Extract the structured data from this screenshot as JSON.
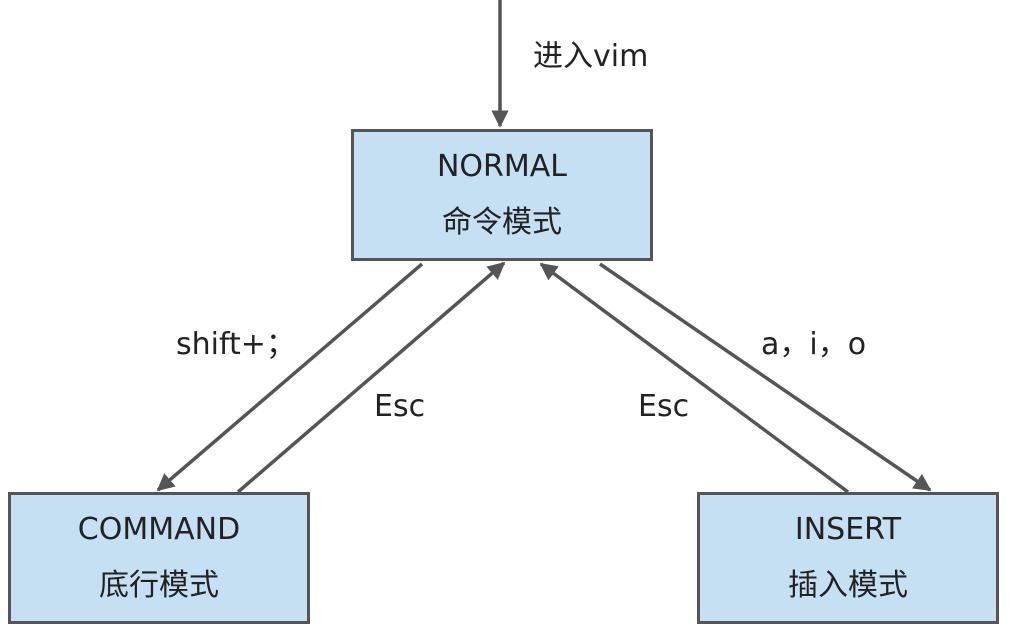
{
  "colors": {
    "box_fill": "#c5e0f3",
    "box_border": "#555555",
    "arrow": "#555555",
    "text": "#222222"
  },
  "nodes": {
    "normal": {
      "line1": "NORMAL",
      "line2": "命令模式"
    },
    "command": {
      "line1": "COMMAND",
      "line2": "底行模式"
    },
    "insert": {
      "line1": "INSERT",
      "line2": "插入模式"
    }
  },
  "edges": {
    "enter": "进入vim",
    "normal_to_command": "shift+；",
    "command_to_normal": "Esc",
    "normal_to_insert": "a，i，o",
    "insert_to_normal": "Esc"
  }
}
